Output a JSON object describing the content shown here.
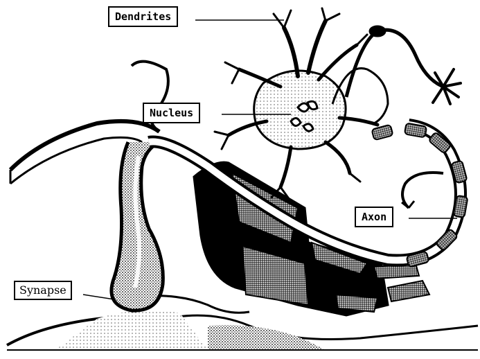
{
  "labels": {
    "dendrites": "Dendrites",
    "nucleus": "Nucleus",
    "axon": "Axon",
    "synapse": "Synapse"
  }
}
